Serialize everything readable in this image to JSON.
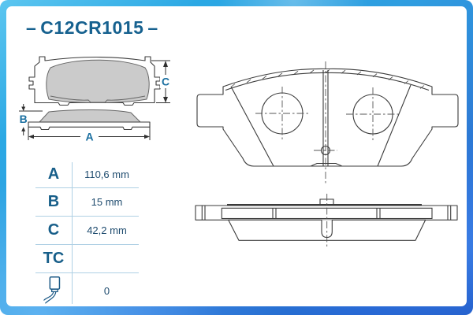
{
  "part_number": {
    "dash_prefix": "–",
    "number": "C12CR1015",
    "dash_suffix": "–"
  },
  "diagram": {
    "width_label": "A",
    "thickness_label": "B",
    "height_label": "C"
  },
  "dimensions_table": {
    "rows": [
      {
        "label": "A",
        "value": "110,6 mm"
      },
      {
        "label": "B",
        "value": "15 mm"
      },
      {
        "label": "C",
        "value": "42,2 mm"
      },
      {
        "label": "TC",
        "value": ""
      },
      {
        "label": "",
        "icon": "wear-sensor-icon",
        "value": "0"
      }
    ]
  },
  "colors": {
    "accent_blue": "#16618F",
    "dim_label_blue": "#1A6FA0",
    "value_navy": "#1E4B6E",
    "table_line": "#AFD0E4",
    "drawing_line": "#3B3B3B",
    "pad_fill": "#CBCBCB",
    "frame_top": "#2BA8E4",
    "frame_bottom": "#1B55C4"
  }
}
